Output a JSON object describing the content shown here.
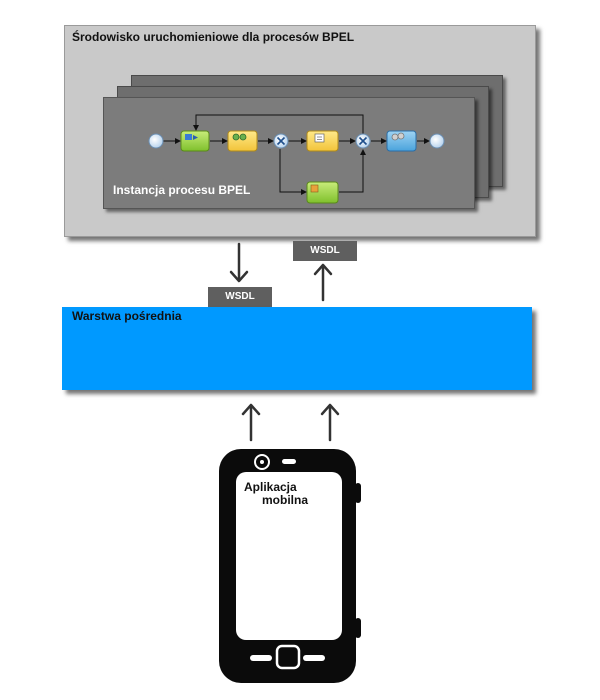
{
  "runtime": {
    "title": "Środowisko uruchomieniowe dla procesów BPEL"
  },
  "instance": {
    "label": "Instancja procesu BPEL"
  },
  "wsdl": {
    "upper": "WSDL",
    "lower": "WSDL"
  },
  "middleware": {
    "label": "Warstwa pośrednia"
  },
  "phone": {
    "app_line1": "Aplikacja",
    "app_line2": "mobilna"
  },
  "colors": {
    "middleware": "#0099ff",
    "runtime": "#c9c9c9",
    "instance": "#7c7c7c",
    "wsdl": "#5f5f5f"
  },
  "process_icons": [
    "start-event",
    "receive-activity",
    "assign-activity",
    "gateway",
    "invoke-activity",
    "gateway",
    "service-activity",
    "end-event",
    "branch-activity"
  ]
}
